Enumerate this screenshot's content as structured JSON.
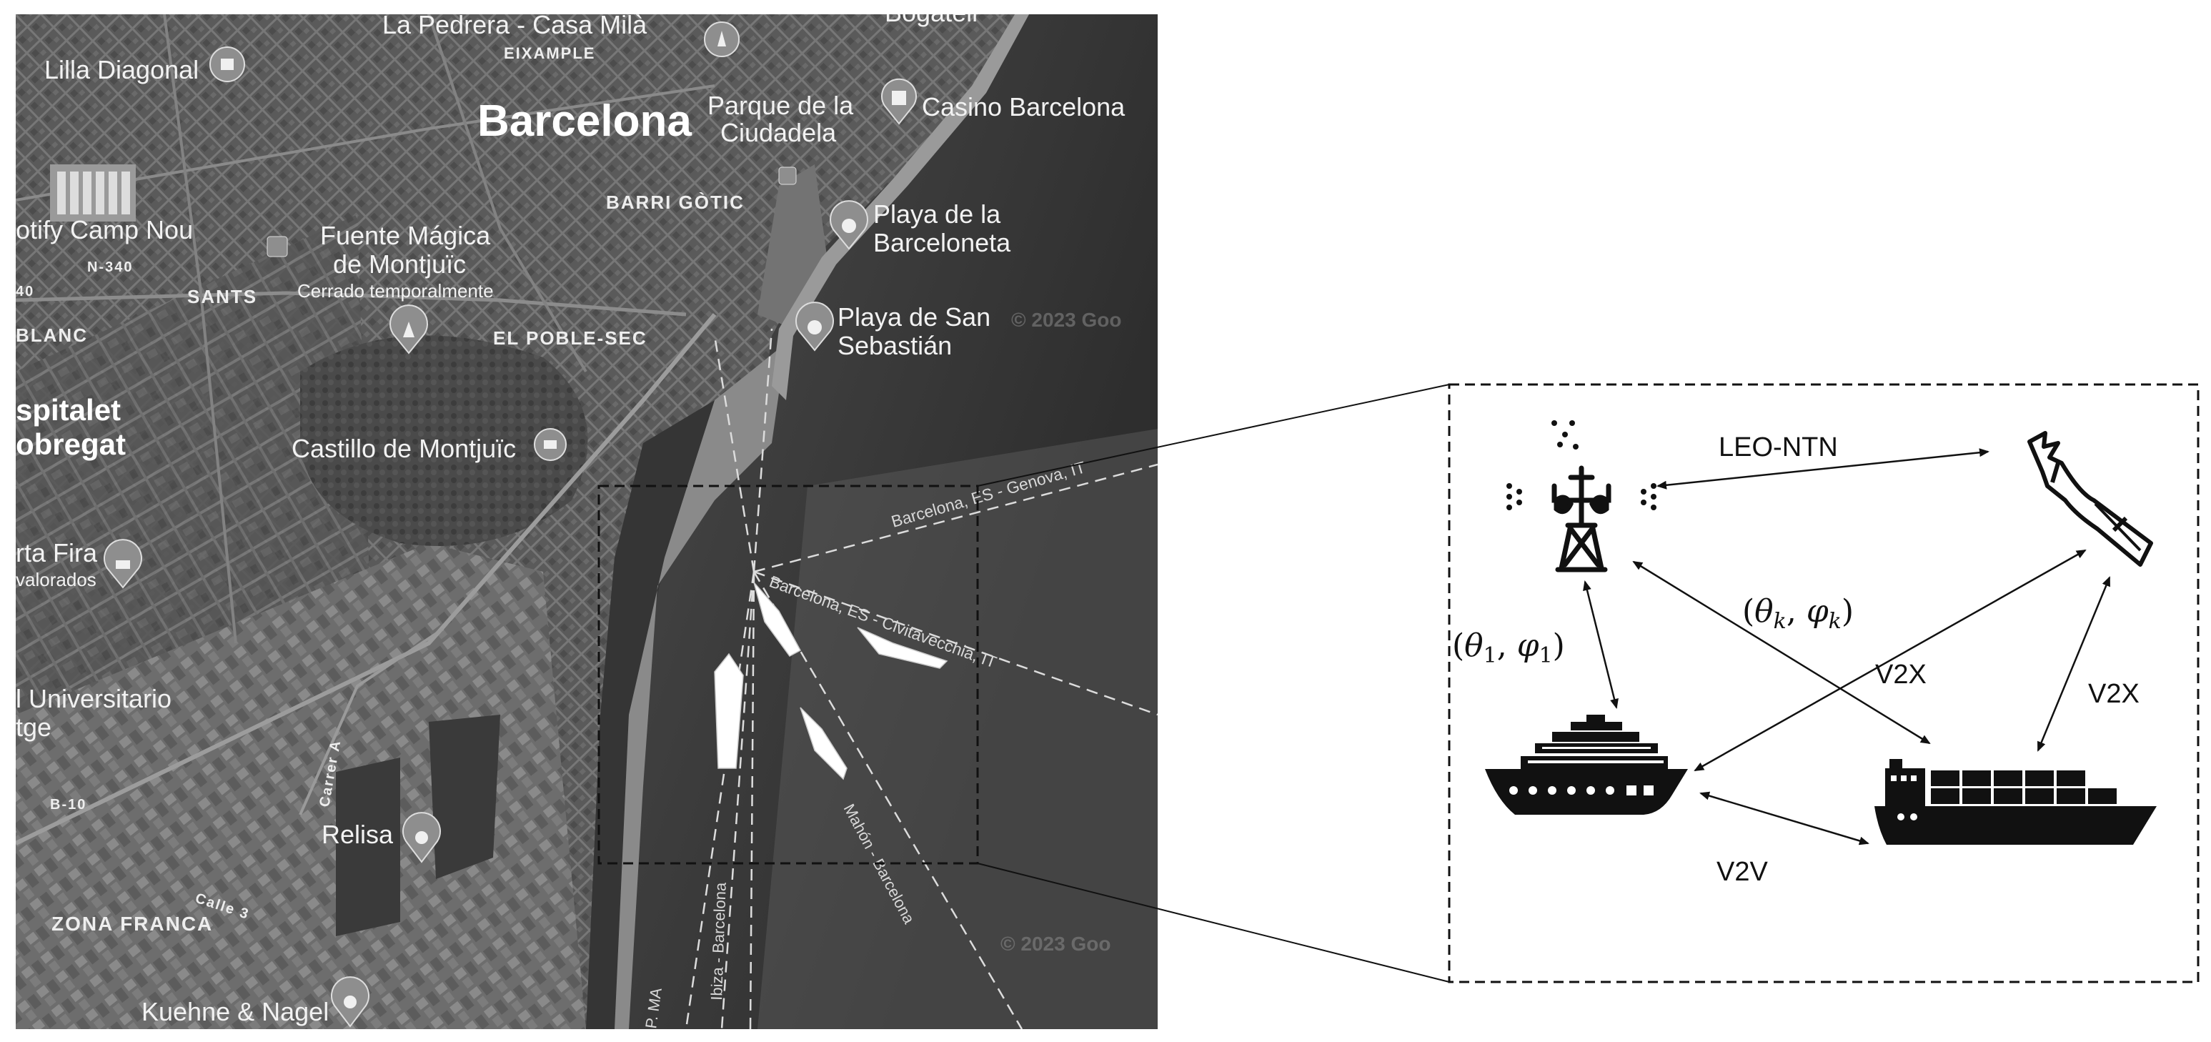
{
  "map": {
    "labels": {
      "barcelona": "Barcelona",
      "la_pedrera": "La Pedrera - Casa Milà",
      "eixample": "EIXAMPLE",
      "lilla_diagonal": "Lilla Diagonal",
      "camp_nou": "otify Camp Nou",
      "parque_1": "Parque de la",
      "parque_2": "Ciudadela",
      "casino": "Casino Barcelona",
      "bogatell": "Bogatell",
      "barri_gotic": "BARRI GÒTIC",
      "playa_bcn_1": "Playa de la",
      "playa_bcn_2": "Barceloneta",
      "playa_seb_1": "Playa de San",
      "playa_seb_2": "Sebastián",
      "fuente_1": "Fuente Mágica",
      "fuente_2": "de Montjuïc",
      "fuente_3": "Cerrado temporalmente",
      "sants": "SANTS",
      "n340": "N-340",
      "num_40": "40",
      "poble_sec": "EL POBLE-SEC",
      "blanc": "BLANC",
      "hospitalet_1": "spitalet",
      "hospitalet_2": "obregat",
      "castillo": "Castillo de Montjuïc",
      "fira_1": "rta Fira",
      "fira_2": "valorados",
      "univ_1": "l Universitario",
      "univ_2": "tge",
      "b10": "B-10",
      "carrer_a": "Carrer A",
      "relisa": "Relisa",
      "calle_3": "Calle 3",
      "zona_franca": "ZONA FRANCA",
      "kuehne": "Kuehne & Nagel"
    },
    "routes": {
      "genova": "Barcelona, ES - Genova, IT",
      "civitavecchia": "Barcelona, ES - Civitavecchia, IT",
      "ibiza": "Ibiza - Barcelona",
      "mahon": "Mahón - Barcelona",
      "pma": "P. MA"
    },
    "watermark": "© 2023 Goo"
  },
  "diagram": {
    "leo_ntn": "LEO-NTN",
    "angle_k_open": "(",
    "theta_k": "θ",
    "sub_k": "k",
    "comma": ", ",
    "phi_k": "φ",
    "angle_close": ")",
    "theta_1": "θ",
    "sub_1": "1",
    "phi_1": "φ",
    "v2x_center": "V2X",
    "v2x_right": "V2X",
    "v2v": "V2V",
    "icons": [
      "cell-tower-icon",
      "satellite-icon",
      "cruise-ship-icon",
      "cargo-ship-icon"
    ]
  },
  "colors": {
    "background": "#ffffff",
    "ink": "#111111",
    "map_land": "#5e5e5e",
    "map_sea": "#3a3a3a"
  }
}
